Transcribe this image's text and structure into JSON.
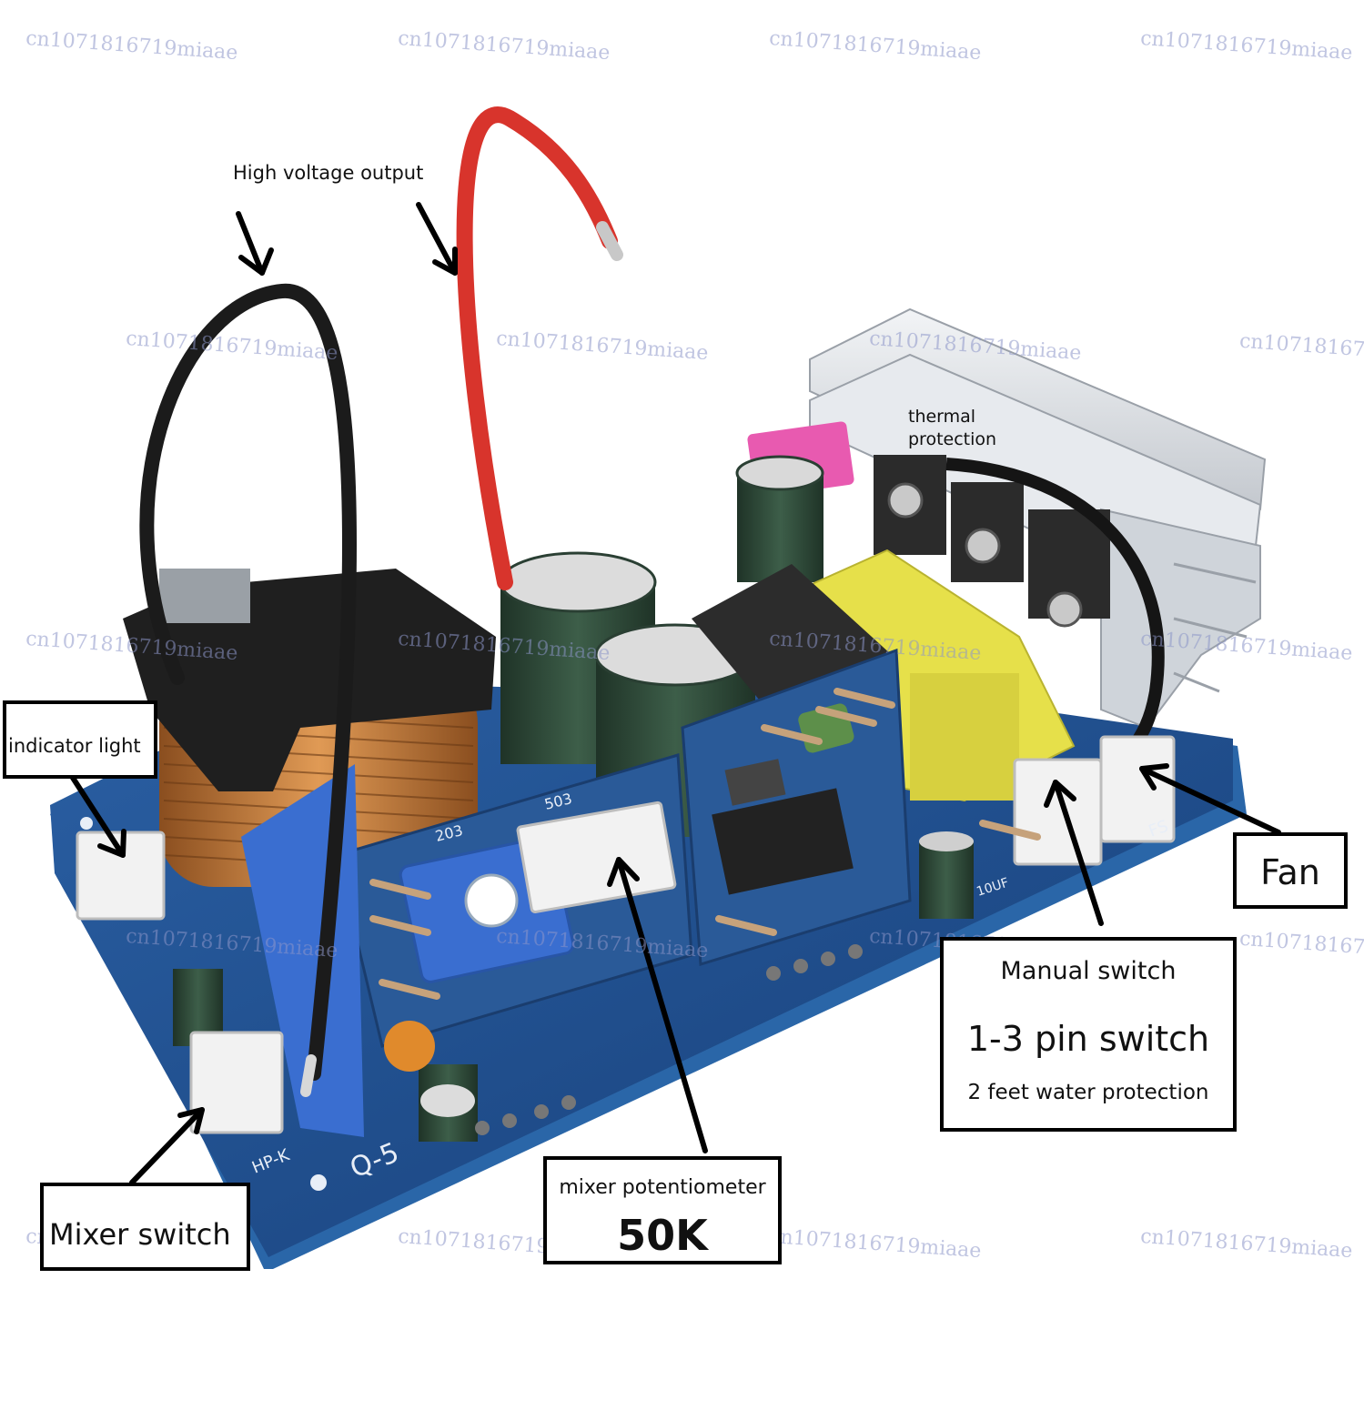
{
  "labels": {
    "high_voltage_output": "High voltage output",
    "thermal_protection_line1": "thermal",
    "thermal_protection_line2": "protection",
    "indicator_light": "indicator light",
    "fan": "Fan",
    "manual_switch": "Manual switch",
    "pin_switch": "1-3 pin switch",
    "water_protection": "2 feet water protection",
    "mixer_switch": "Mixer switch",
    "mixer_potentiometer": "mixer potentiometer",
    "potentiometer_value": "50K"
  },
  "board_markings": {
    "hp_k": "HP-K",
    "fs": "FS",
    "model": "Q-5",
    "pot_code_1": "203",
    "pot_code_2": "503",
    "cap_label": "10UF"
  },
  "watermark": "cn1071816719miaae",
  "watermark_partial": "cn107181671",
  "colors": {
    "pcb": "#1e4f8f",
    "pcb_edge": "#2a66a8",
    "heatsink": "#d9dde2",
    "copper": "#c77a3a",
    "transformer": "#e6e04a",
    "capacitor": "#2f4a3a",
    "red_wire": "#d8342c",
    "black_wire": "#1b1b1b",
    "pot_blue": "#3a6ed0",
    "connector": "#f2f2f2",
    "fuse": "#e85ab0"
  }
}
